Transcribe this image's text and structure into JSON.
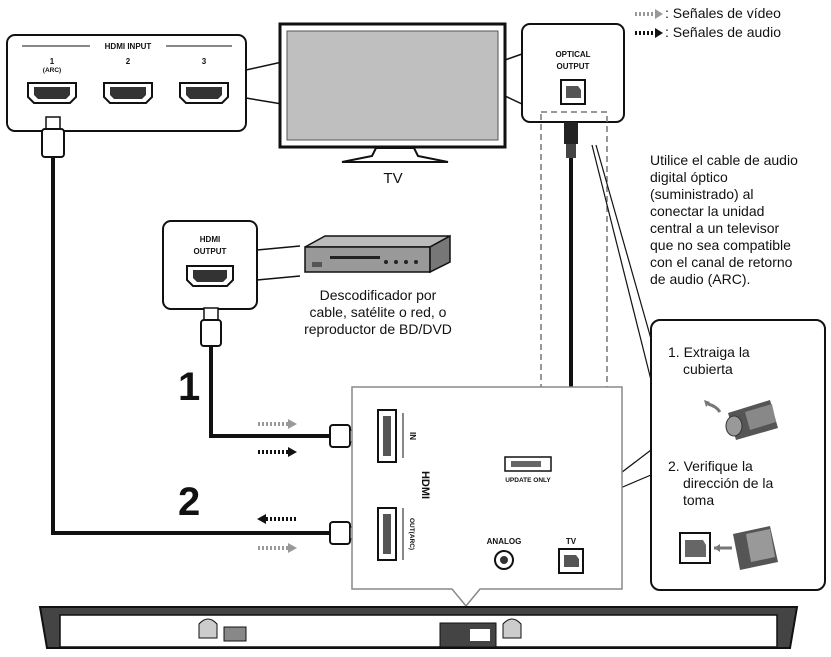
{
  "legend": {
    "video": ": Señales de vídeo",
    "audio": ": Señales de audio"
  },
  "tv": {
    "hdmi_input_title": "HDMI INPUT",
    "port1": "1",
    "port1_sub": "(ARC)",
    "port2": "2",
    "port3": "3",
    "label": "TV",
    "optical_title_1": "OPTICAL",
    "optical_title_2": "OUTPUT"
  },
  "source": {
    "hdmi_title_1": "HDMI",
    "hdmi_title_2": "OUTPUT",
    "caption_1": "Descodificador por",
    "caption_2": "cable, satélite o red, o",
    "caption_3": "reproductor de BD/DVD"
  },
  "steps": {
    "one": "1",
    "two": "2"
  },
  "note": {
    "line1": "Utilice el cable de audio",
    "line2": "digital óptico",
    "line3": "(suministrado) al",
    "line4": "conectar la unidad",
    "line5": "central a un televisor",
    "line6": "que no sea compatible",
    "line7": "con el canal de retorno",
    "line8": "de audio (ARC)."
  },
  "instructions": {
    "step1_a": "1. Extraiga la",
    "step1_b": "cubierta",
    "step2_a": "2. Verifique la",
    "step2_b": "dirección de la",
    "step2_c": "toma"
  },
  "soundbar_panel": {
    "hdmi_in": "IN",
    "hdmi_out": "OUT(ARC)",
    "hdmi_logo": "HDMI",
    "update": "UPDATE ONLY",
    "analog": "ANALOG",
    "tv": "TV"
  }
}
